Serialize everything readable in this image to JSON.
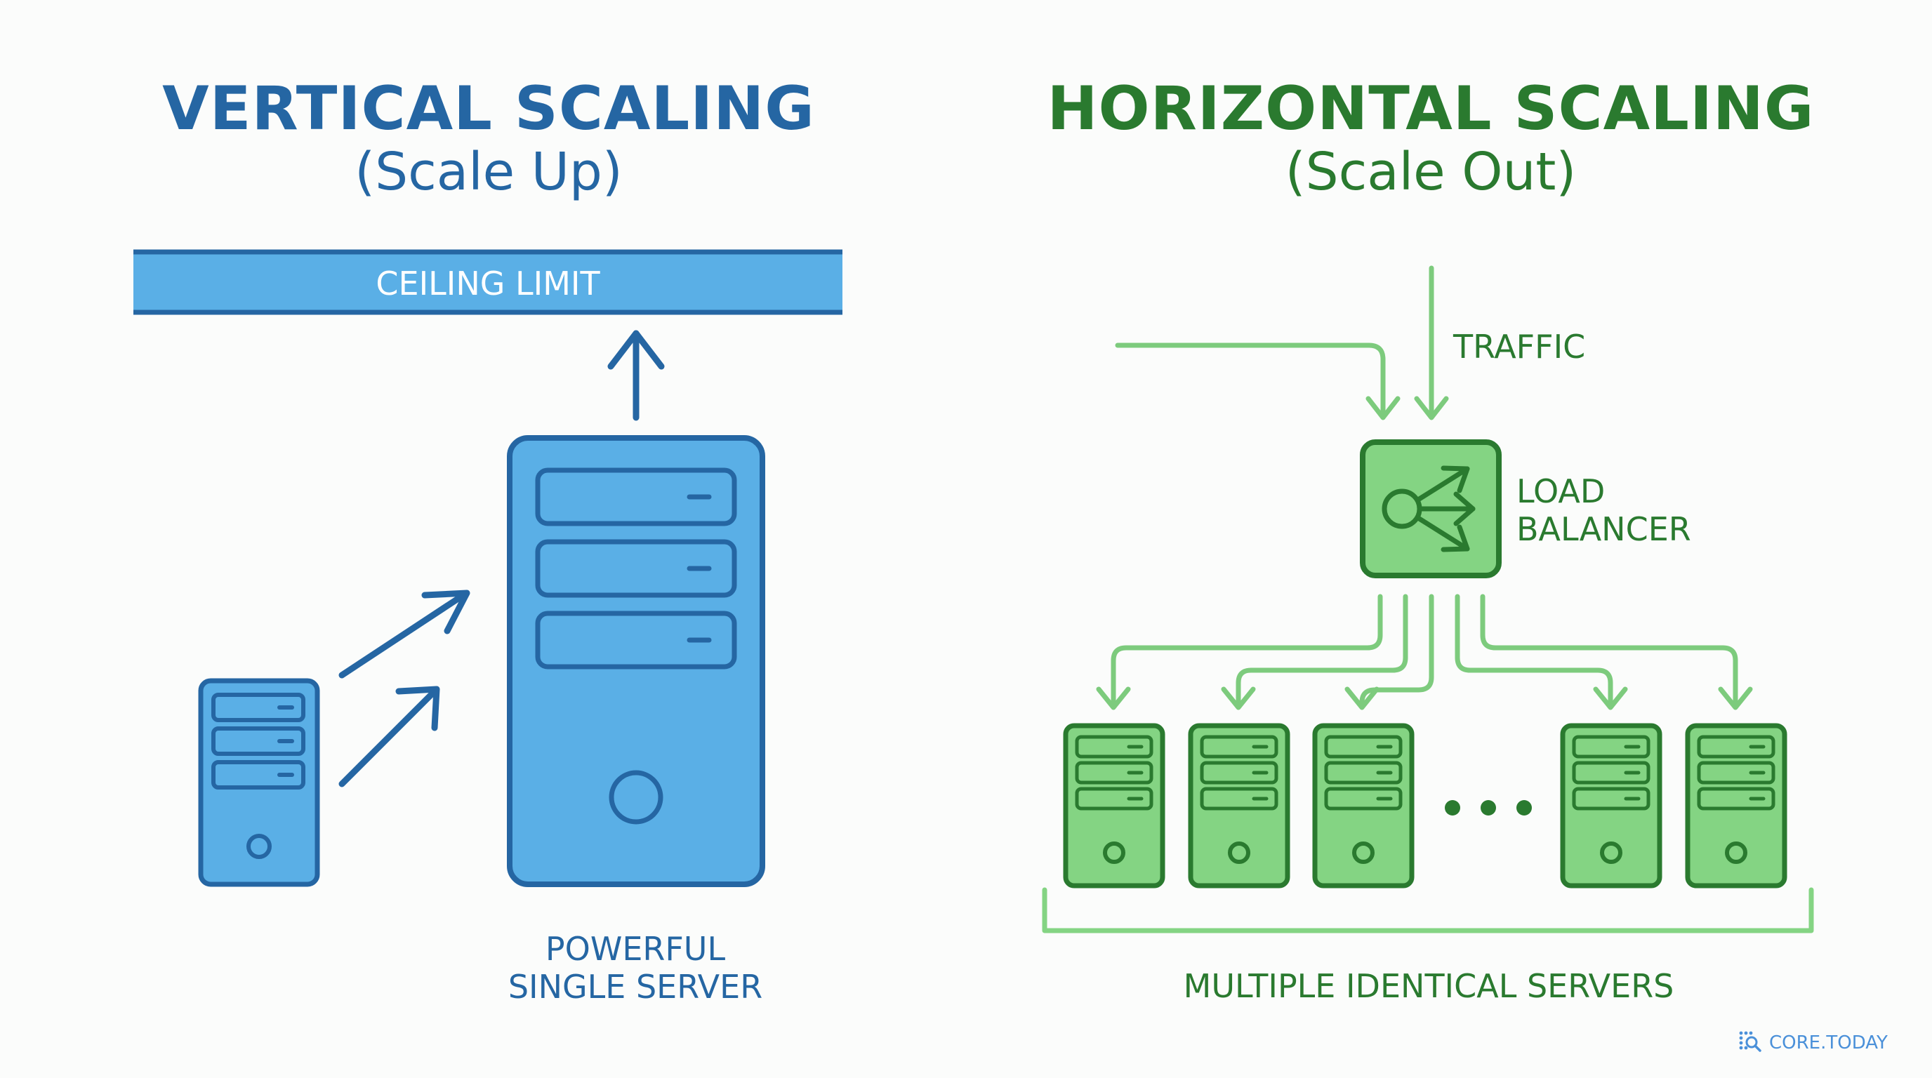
{
  "vertical": {
    "title": "VERTICAL SCALING",
    "subtitle": "(Scale Up)",
    "ceiling_label": "CEILING LIMIT",
    "server_label_line1": "POWERFUL",
    "server_label_line2": "SINGLE SERVER"
  },
  "horizontal": {
    "title": "HORIZONTAL SCALING",
    "subtitle": "(Scale Out)",
    "traffic_label": "TRAFFIC",
    "load_balancer_line1": "LOAD",
    "load_balancer_line2": "BALANCER",
    "servers_label": "MULTIPLE IDENTICAL SERVERS"
  },
  "brand": {
    "text": "CORE.TODAY",
    "icon": "dotted-search-icon"
  },
  "colors": {
    "vertical_primary": "#2566a3",
    "vertical_fill": "#5aafe6",
    "horizontal_primary": "#2a7a2f",
    "horizontal_fill": "#84d483",
    "horizontal_line": "#7dcb7d",
    "brand": "#4a90d9"
  }
}
